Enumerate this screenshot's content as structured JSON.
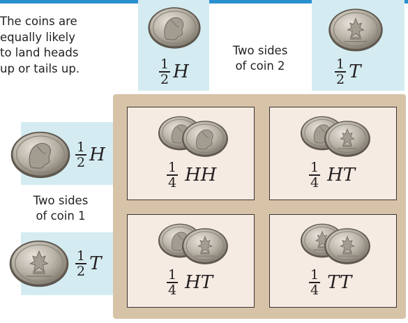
{
  "caption": {
    "line1": "The coins are",
    "line2": "equally likely",
    "line3": "to land heads",
    "line4": "up or tails up."
  },
  "coin2": {
    "label_line1": "Two sides",
    "label_line2": "of coin 2",
    "heads": {
      "num": "1",
      "den": "2",
      "letter": "H"
    },
    "tails": {
      "num": "1",
      "den": "2",
      "letter": "T"
    }
  },
  "coin1": {
    "label_line1": "Two sides",
    "label_line2": "of coin 1",
    "heads": {
      "num": "1",
      "den": "2",
      "letter": "H"
    },
    "tails": {
      "num": "1",
      "den": "2",
      "letter": "T"
    }
  },
  "outcomes": [
    {
      "num": "1",
      "den": "4",
      "letters": "HH"
    },
    {
      "num": "1",
      "den": "4",
      "letters": "HT"
    },
    {
      "num": "1",
      "den": "4",
      "letters": "HT"
    },
    {
      "num": "1",
      "den": "4",
      "letters": "TT"
    }
  ],
  "colors": {
    "accent_bar": "#2a8fcf",
    "panel": "#d4ecf1",
    "outcome_box": "#d7c3a8",
    "cell": "#f6ebe3"
  }
}
